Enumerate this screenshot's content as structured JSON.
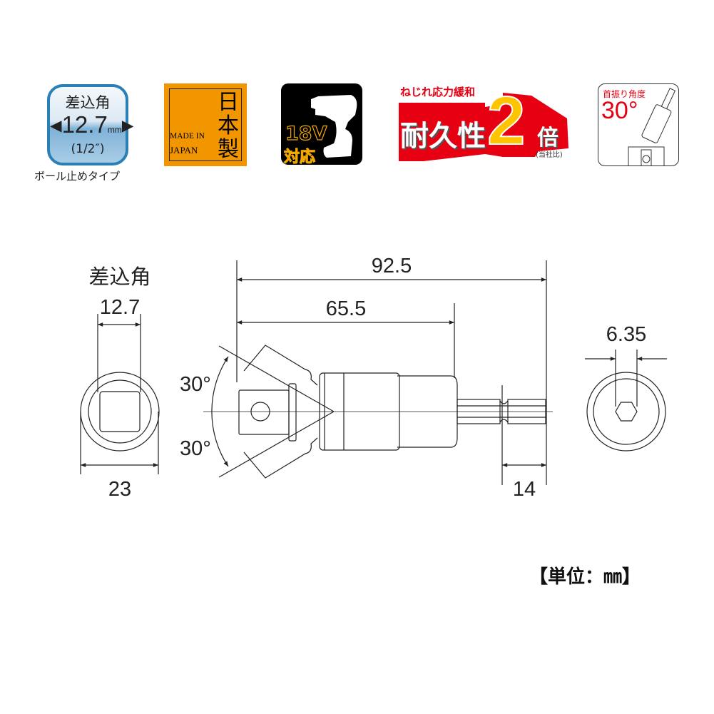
{
  "badges": {
    "drive": {
      "title": "差込角",
      "size": "12.7",
      "unit": "mm",
      "inch": "(1/2″)",
      "caption": "ボール止めタイプ"
    },
    "made_in": {
      "kanji": [
        "日",
        "本",
        "製"
      ],
      "line1": "MADE IN",
      "line2": "JAPAN"
    },
    "battery": {
      "voltage": "18V",
      "label": "対応"
    },
    "durability": {
      "subtitle": "ねじれ応力緩和",
      "main": "耐久性",
      "number": "2",
      "suffix": "倍",
      "note": "(当社比)"
    },
    "swing": {
      "title": "首振り角度",
      "angle": "30°"
    }
  },
  "dimensions": {
    "drive_label": "差込角",
    "drive_size": "12.7",
    "outer_diameter": "23",
    "total_length": "92.5",
    "socket_length": "65.5",
    "shank_length": "14",
    "angle_upper": "30°",
    "angle_lower": "30°",
    "hex_size": "6.35"
  },
  "unit_note": "【単位：㎜】"
}
